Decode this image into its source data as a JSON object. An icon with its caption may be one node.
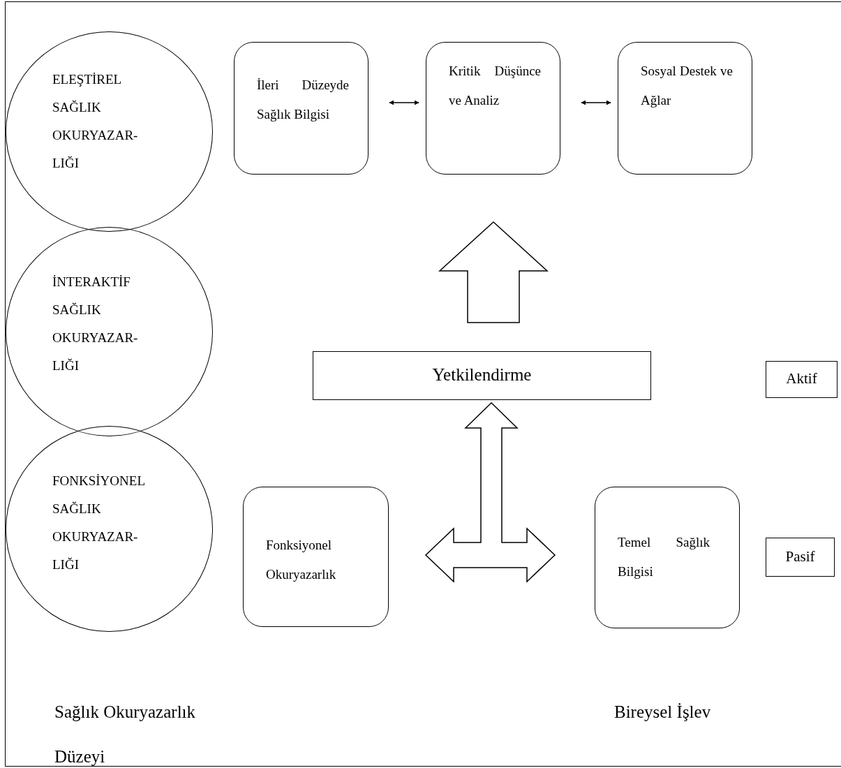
{
  "diagram": {
    "nodes": [
      {
        "text": [
          "ELEŞTİREL SAĞLIK OKURYAZAR- LIĞI"
        ]
      },
      {
        "text": [
          "İleri Düzeyde Sağlık Bilgisi"
        ]
      },
      {
        "text": [
          "Kritik Düşünce ve Analiz"
        ]
      },
      {
        "text": [
          "Sosyal Destek ve Ağlar"
        ]
      },
      {
        "text": [
          "İNTERAKTİF SAĞLIK OKURYAZAR- LIĞI"
        ]
      },
      {
        "text": [
          "Yetkilendirme"
        ]
      },
      {
        "text": [
          "Aktif"
        ]
      },
      {
        "text": [
          "FONKSİYONEL SAĞLIK OKURYAZAR- LIĞI"
        ]
      },
      {
        "text": [
          "Fonksiyonel Okuryazarlık"
        ]
      },
      {
        "text": [
          "Temel Sağlık Bilgisi"
        ]
      },
      {
        "text": [
          "Pasif"
        ]
      }
    ],
    "edges": [
      {
        "from": 1,
        "to": 2,
        "arrow": "both"
      },
      {
        "from": 2,
        "to": 3,
        "arrow": "both"
      },
      {
        "from": 5,
        "to": 2,
        "arrow": "to",
        "style": "thick"
      },
      {
        "from": 8,
        "to": 9,
        "arrow": "both",
        "style": "thick"
      },
      {
        "from": null,
        "to": 5,
        "arrow": "to",
        "style": "thick"
      }
    ],
    "labels": [
      "Sağlık Okuryazarlık Düzeyi",
      "Bireysel İşlev"
    ]
  }
}
